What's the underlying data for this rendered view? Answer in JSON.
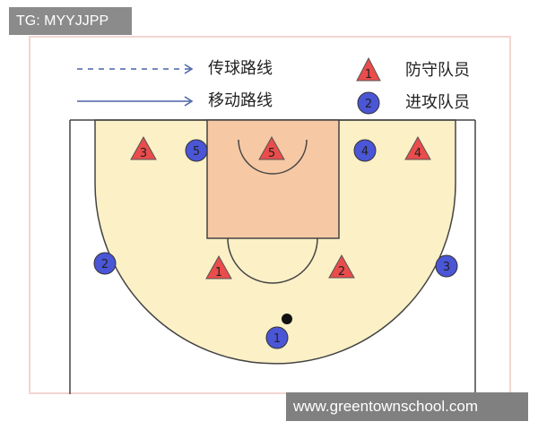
{
  "watermark_top": "TG: MYYJJPP",
  "watermark_bottom": "www.greentownschool.com",
  "legend": {
    "pass_route": "传球路线",
    "move_route": "移动路线",
    "defender": "防守队员",
    "attacker": "进攻队员",
    "defender_symbol": "1",
    "attacker_symbol": "2"
  },
  "players": {
    "defenders": [
      "3",
      "5",
      "4",
      "1",
      "2"
    ],
    "attackers": [
      "5",
      "4",
      "2",
      "3",
      "1"
    ]
  },
  "colors": {
    "court_fill": "#fbf0c6",
    "paint_fill": "#f6c8a4",
    "line": "#444444",
    "defender_fill": "#ea4c4c",
    "attacker_fill": "#4a56d6",
    "frame": "#f2d6d0",
    "watermark_bg": "#8b8b8b"
  }
}
